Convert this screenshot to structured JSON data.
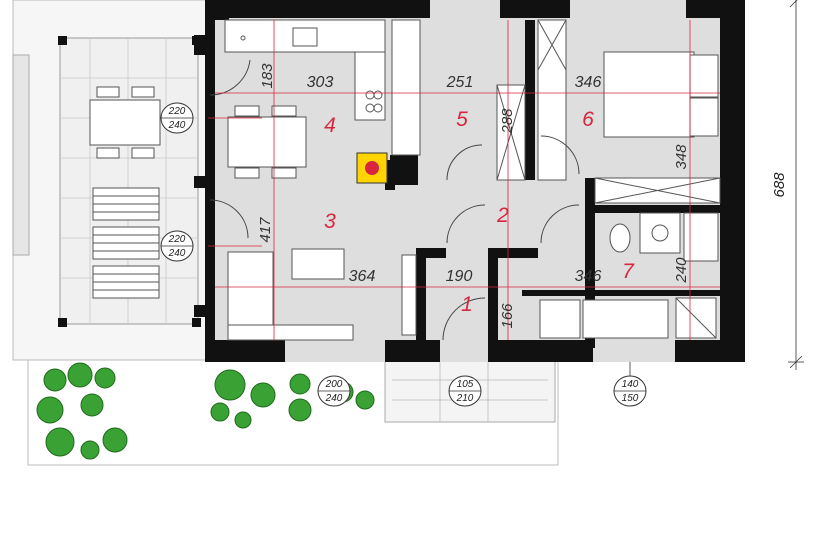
{
  "rooms": {
    "r1": "1",
    "r2": "2",
    "r3": "3",
    "r4": "4",
    "r5": "5",
    "r6": "6",
    "r7": "7"
  },
  "dimensions": {
    "d183": "183",
    "d303": "303",
    "d251": "251",
    "d346_top": "346",
    "d288": "288",
    "d348": "348",
    "d417": "417",
    "d364": "364",
    "d190": "190",
    "d346_bottom": "346",
    "d240": "240",
    "d166": "166"
  },
  "openings": {
    "o1": {
      "top": "220",
      "bottom": "240"
    },
    "o2": {
      "top": "220",
      "bottom": "240"
    },
    "o3": {
      "top": "200",
      "bottom": "240"
    },
    "o4": {
      "top": "105",
      "bottom": "210"
    },
    "o5": {
      "top": "140",
      "bottom": "150"
    }
  },
  "overall_dimension": "688",
  "colors": {
    "wall": "#111111",
    "floor": "#dedede",
    "terrace": "#f4f4f4",
    "room_number": "#d7263d",
    "dimension_line": "#d7263d",
    "plant": "#3aa235",
    "chimney": "#ffd400"
  }
}
